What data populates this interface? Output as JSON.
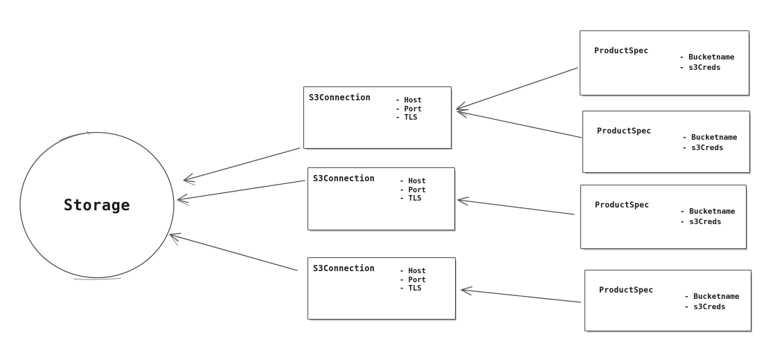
{
  "storage": {
    "id": "storage",
    "label": "Storage"
  },
  "s3_connections": [
    {
      "id": "s3-connection-1",
      "title": "S3Connection",
      "attributes": [
        "- Host",
        "- Port",
        "- TLS"
      ]
    },
    {
      "id": "s3-connection-2",
      "title": "S3Connection",
      "attributes": [
        "- Host",
        "- Port",
        "- TLS"
      ]
    },
    {
      "id": "s3-connection-3",
      "title": "S3Connection",
      "attributes": [
        "- Host",
        "- Port",
        "- TLS"
      ]
    }
  ],
  "product_specs": [
    {
      "id": "product-spec-1",
      "title": "ProductSpec",
      "attributes": [
        "- Bucketname",
        "- s3Creds"
      ]
    },
    {
      "id": "product-spec-2",
      "title": "ProductSpec",
      "attributes": [
        "- Bucketname",
        "- s3Creds"
      ]
    },
    {
      "id": "product-spec-3",
      "title": "ProductSpec",
      "attributes": [
        "- Bucketname",
        "- s3Creds"
      ]
    },
    {
      "id": "product-spec-4",
      "title": "ProductSpec",
      "attributes": [
        "- Bucketname",
        "- s3Creds"
      ]
    }
  ],
  "edges": [
    {
      "from": "product-spec-1",
      "to": "s3-connection-1"
    },
    {
      "from": "product-spec-2",
      "to": "s3-connection-1"
    },
    {
      "from": "product-spec-3",
      "to": "s3-connection-2"
    },
    {
      "from": "product-spec-4",
      "to": "s3-connection-3"
    },
    {
      "from": "s3-connection-1",
      "to": "storage"
    },
    {
      "from": "s3-connection-2",
      "to": "storage"
    },
    {
      "from": "s3-connection-3",
      "to": "storage"
    }
  ],
  "colors": {
    "stroke": "#4d4d4d",
    "text": "#1a1a1a",
    "background": "#ffffff"
  }
}
